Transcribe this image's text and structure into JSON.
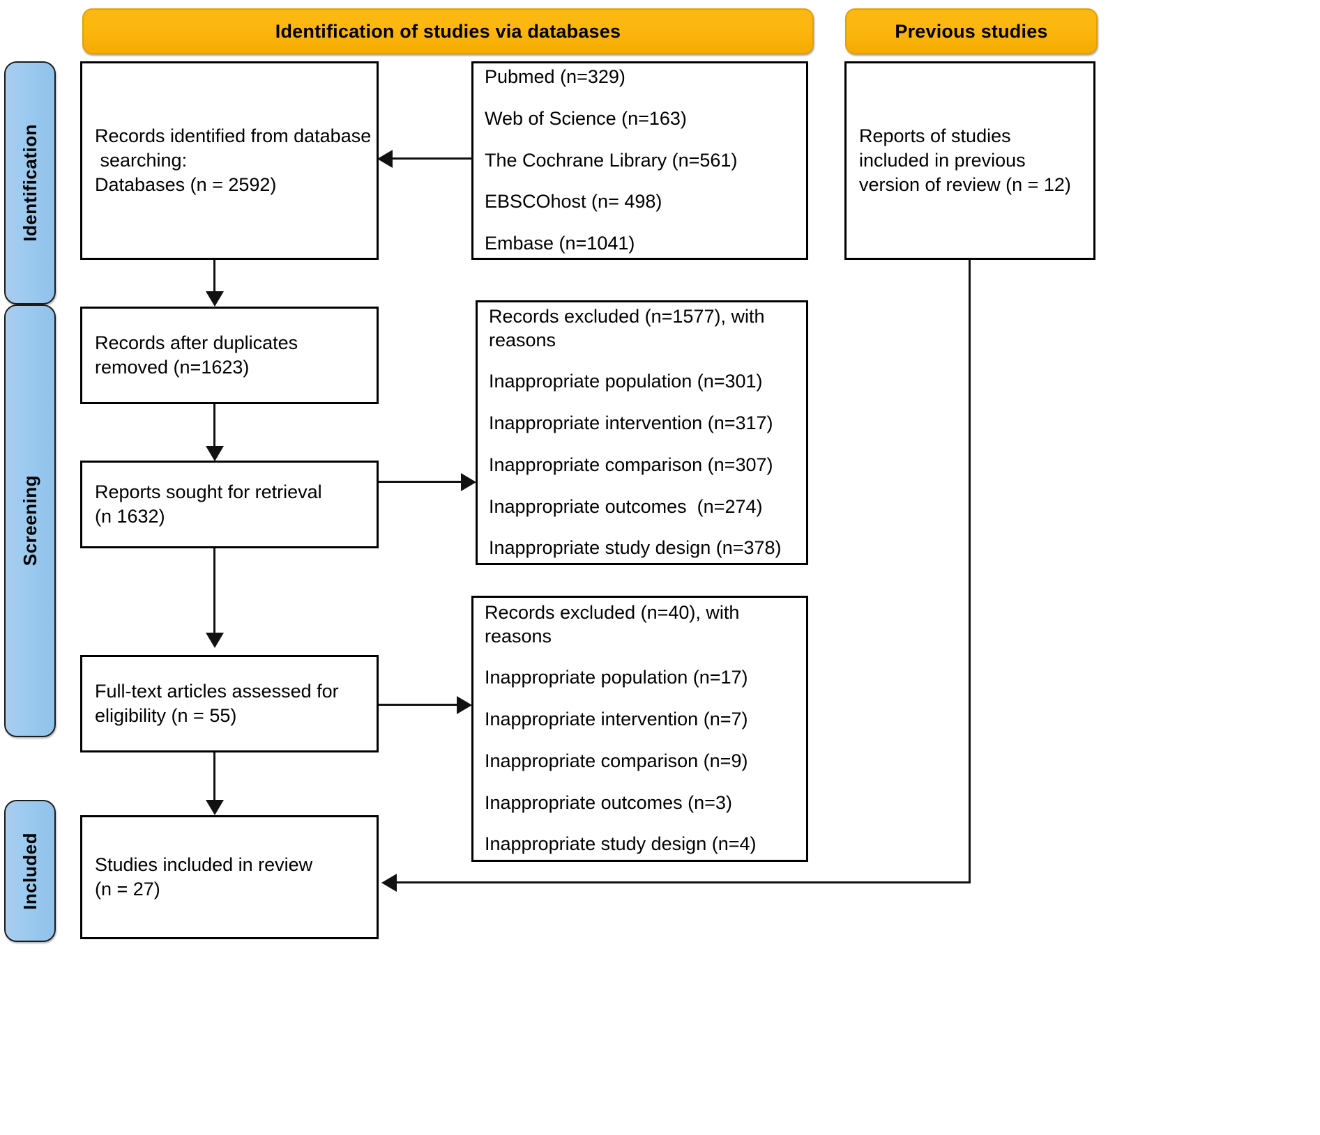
{
  "diagram": {
    "type": "prisma-flow-diagram",
    "title": "PRISMA flow diagram",
    "colors": {
      "banner": "#fbb814",
      "stage_label": "#9ecbf0",
      "box_border": "#000000",
      "connector": "#111111",
      "background": "#ffffff"
    }
  },
  "banners": {
    "databases": "Identification of studies via databases",
    "previous": "Previous studies"
  },
  "stages": {
    "identification": "Identification",
    "screening": "Screening",
    "included": "Included"
  },
  "boxes": {
    "records_identified": {
      "line1": "Records identified from database",
      "line2": " searching:",
      "line3": "Databases (n = 2592)"
    },
    "databases_list": {
      "items": [
        "Pubmed (n=329)",
        "Web of Science (n=163)",
        "The Cochrane Library (n=561)",
        "EBSCOhost (n= 498)",
        "Embase (n=1041)"
      ]
    },
    "previous_studies": {
      "line1": "Reports of studies",
      "line2": "included in previous",
      "line3": "version of review (n = 12)"
    },
    "duplicates_removed": {
      "line1": "Records after duplicates",
      "line2": "removed (n=1623)"
    },
    "reports_sought": {
      "line1": "Reports sought for retrieval",
      "line2": "(n 1632)"
    },
    "excluded_screening": {
      "heading_line1": "Records excluded (n=1577), with",
      "heading_line2": "reasons",
      "reasons": [
        "Inappropriate population (n=301)",
        "Inappropriate intervention (n=317)",
        "Inappropriate comparison (n=307)",
        "Inappropriate outcomes  (n=274)",
        "Inappropriate study design (n=378)"
      ]
    },
    "fulltext_assessed": {
      "line1": "Full-text articles assessed for",
      "line2": "eligibility (n = 55)"
    },
    "excluded_fulltext": {
      "heading_line1": "Records excluded (n=40), with",
      "heading_line2": "reasons",
      "reasons": [
        "Inappropriate population (n=17)",
        "Inappropriate intervention (n=7)",
        "Inappropriate comparison (n=9)",
        "Inappropriate outcomes (n=3)",
        "Inappropriate study design (n=4)"
      ]
    },
    "studies_included": {
      "line1": "Studies included in review",
      "line2": "(n = 27)"
    }
  }
}
